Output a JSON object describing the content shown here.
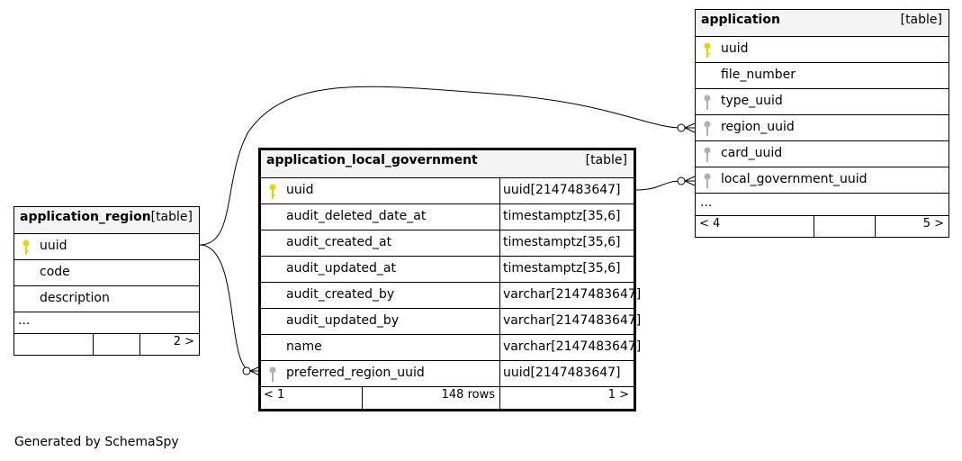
{
  "tables": {
    "application": {
      "name": "application",
      "tag": "[table]",
      "columns": [
        "uuid",
        "file_number",
        "type_uuid",
        "region_uuid",
        "card_uuid",
        "local_government_uuid"
      ],
      "ellipsis": "...",
      "footer": {
        "left": "< 4",
        "right": "5 >"
      }
    },
    "application_local_government": {
      "name": "application_local_government",
      "tag": "[table]",
      "columns": [
        {
          "name": "uuid",
          "type": "uuid[2147483647]"
        },
        {
          "name": "audit_deleted_date_at",
          "type": "timestamptz[35,6]"
        },
        {
          "name": "audit_created_at",
          "type": "timestamptz[35,6]"
        },
        {
          "name": "audit_updated_at",
          "type": "timestamptz[35,6]"
        },
        {
          "name": "audit_created_by",
          "type": "varchar[2147483647]"
        },
        {
          "name": "audit_updated_by",
          "type": "varchar[2147483647]"
        },
        {
          "name": "name",
          "type": "varchar[2147483647]"
        },
        {
          "name": "preferred_region_uuid",
          "type": "uuid[2147483647]"
        }
      ],
      "footer": {
        "left": "< 1",
        "middle": "148 rows",
        "right": "1 >"
      }
    },
    "application_region": {
      "name": "application_region",
      "tag": "[table]",
      "columns": [
        "uuid",
        "code",
        "description"
      ],
      "ellipsis": "...",
      "footer": {
        "right": "2 >"
      }
    }
  },
  "key_colors": {
    "primary": "#e6d600",
    "foreign": "#b0b0b0"
  },
  "credit": "Generated by SchemaSpy"
}
